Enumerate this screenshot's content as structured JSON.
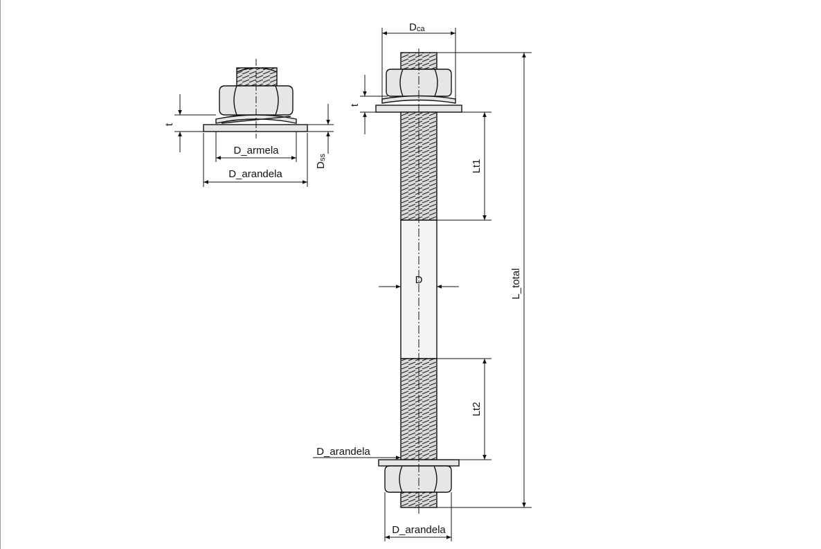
{
  "colors": {
    "stroke": "#111111",
    "fill": "#e6e6e6",
    "background": "#ffffff"
  },
  "labels": {
    "d_ca_main": "D",
    "d_ca_sub": "ca",
    "t_top": "t",
    "t_left": "t",
    "d_armela": "D_armela",
    "d_arandela_left": "D_arandela",
    "d_ss_main": "D",
    "d_ss_sub": "ss",
    "lt1": "Lt1",
    "lt2": "Lt2",
    "d": "D",
    "l_total": "L_total",
    "d_arandela_bottom_side": "D_arandela",
    "d_arandela_bottom": "D_arandela"
  }
}
